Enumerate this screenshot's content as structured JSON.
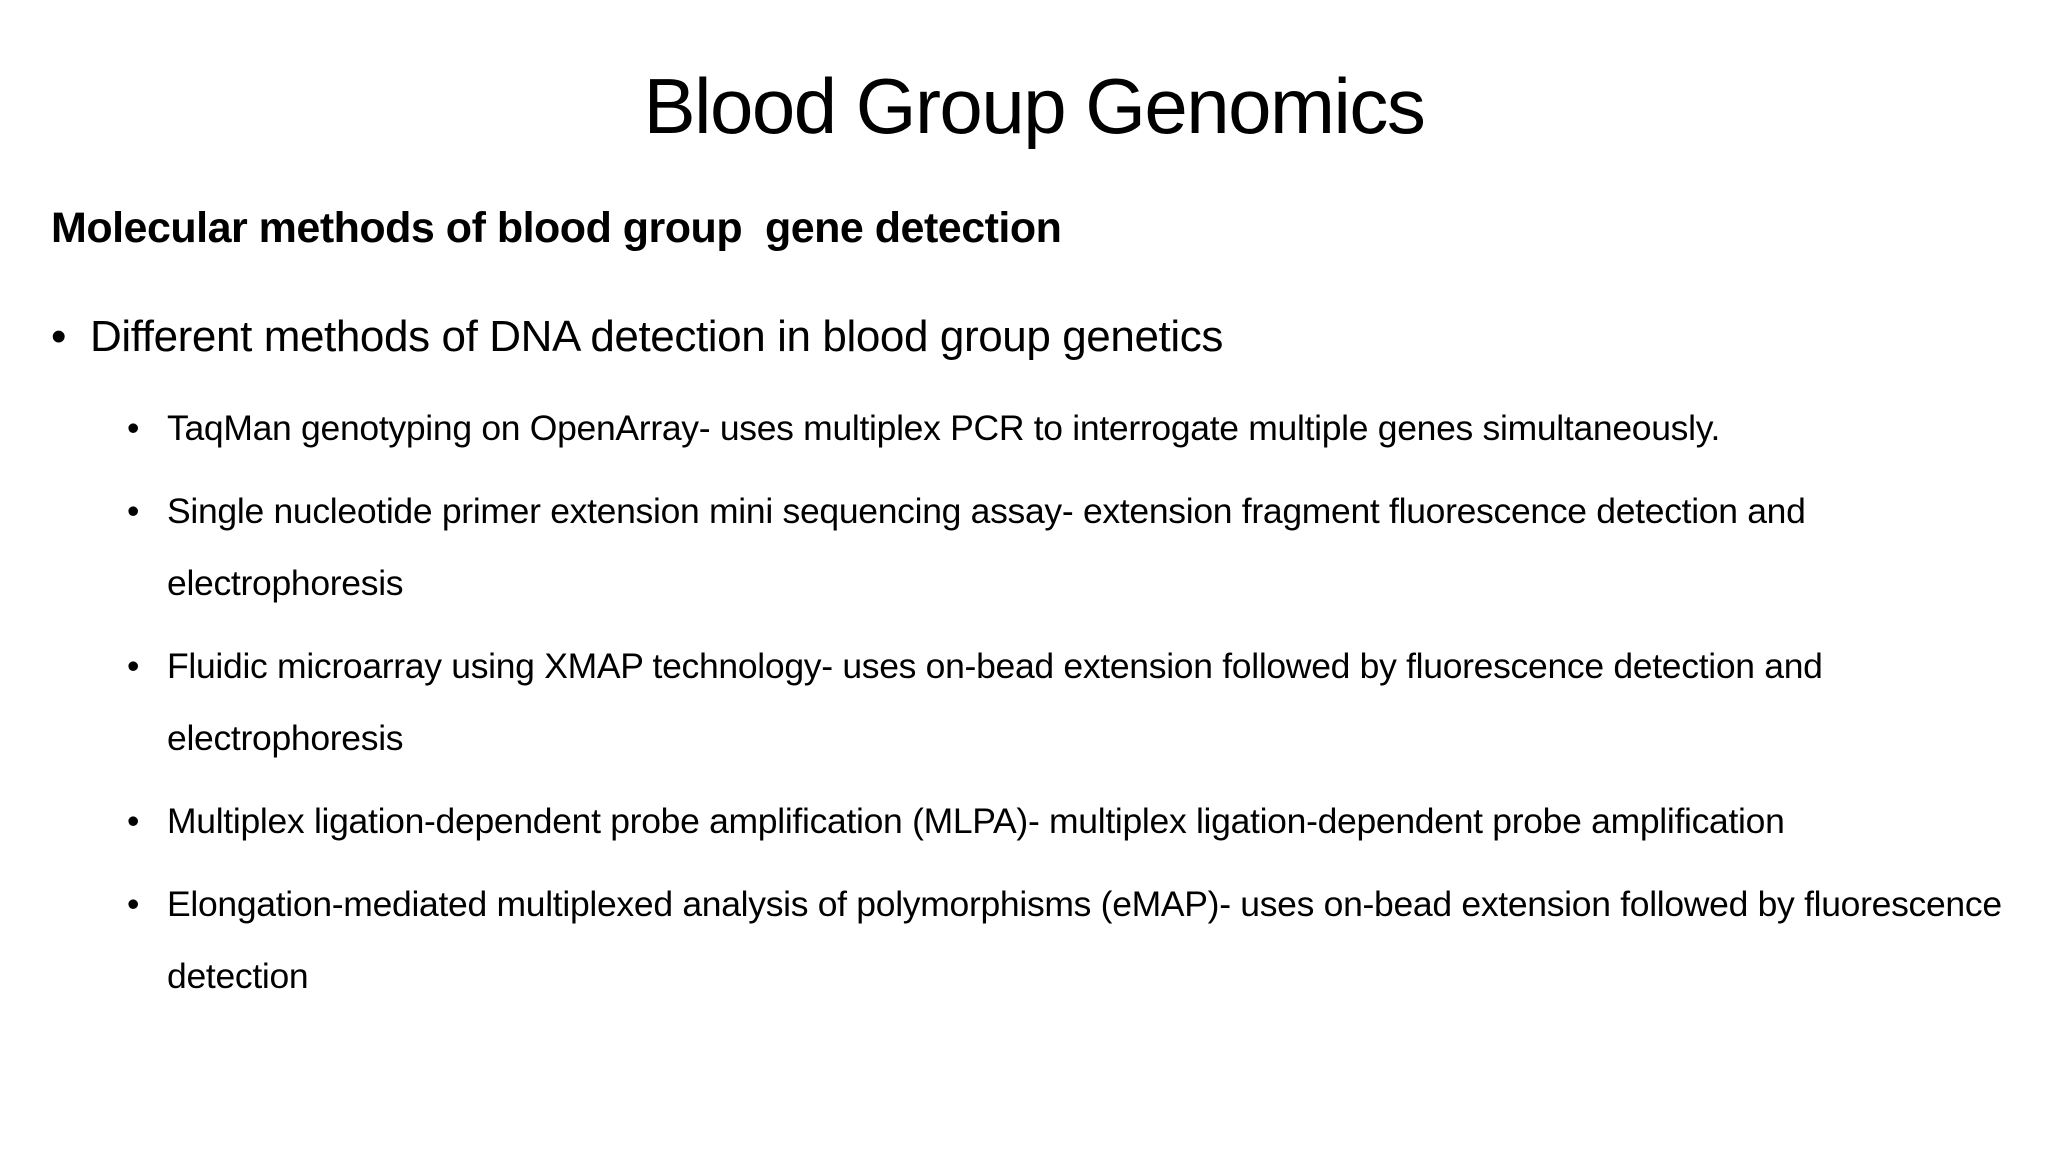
{
  "slide": {
    "title": "Blood Group Genomics",
    "subtitle": "Molecular methods of blood group  gene detection",
    "bullet_symbol": "•",
    "main_bullet": "Different methods of DNA detection in blood group genetics",
    "sub_bullets": [
      "TaqMan genotyping on OpenArray- uses multiplex PCR to interrogate multiple genes simultaneously.",
      "Single nucleotide primer extension mini sequencing assay- extension fragment fluorescence detection and electrophoresis",
      "Fluidic microarray using XMAP technology- uses on-bead extension followed by fluorescence detection and electrophoresis",
      "Multiplex ligation-dependent probe amplification (MLPA)- multiplex ligation-dependent probe amplification",
      "Elongation-mediated multiplexed analysis of polymorphisms (eMAP)- uses on-bead extension followed by fluorescence detection"
    ]
  }
}
